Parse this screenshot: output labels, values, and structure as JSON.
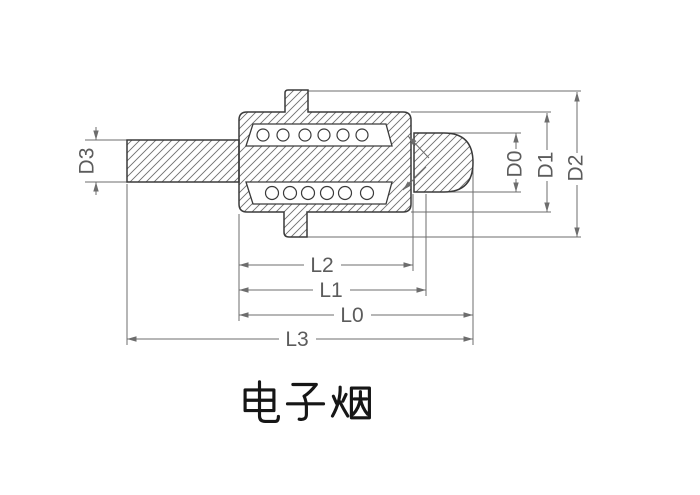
{
  "drawing": {
    "title": "电子烟",
    "dimensions": {
      "d3": "D3",
      "d0": "D0",
      "d1": "D1",
      "d2": "D2",
      "l2": "L2",
      "l1": "L1",
      "l0": "L0",
      "l3": "L3"
    },
    "colors": {
      "background": "#ffffff",
      "outline": "#3a3a3a",
      "hatch": "#6e6e6e",
      "dimension_lines": "#6d6d6d",
      "dimension_text": "#5c5c5c",
      "title_text": "#161616"
    }
  }
}
